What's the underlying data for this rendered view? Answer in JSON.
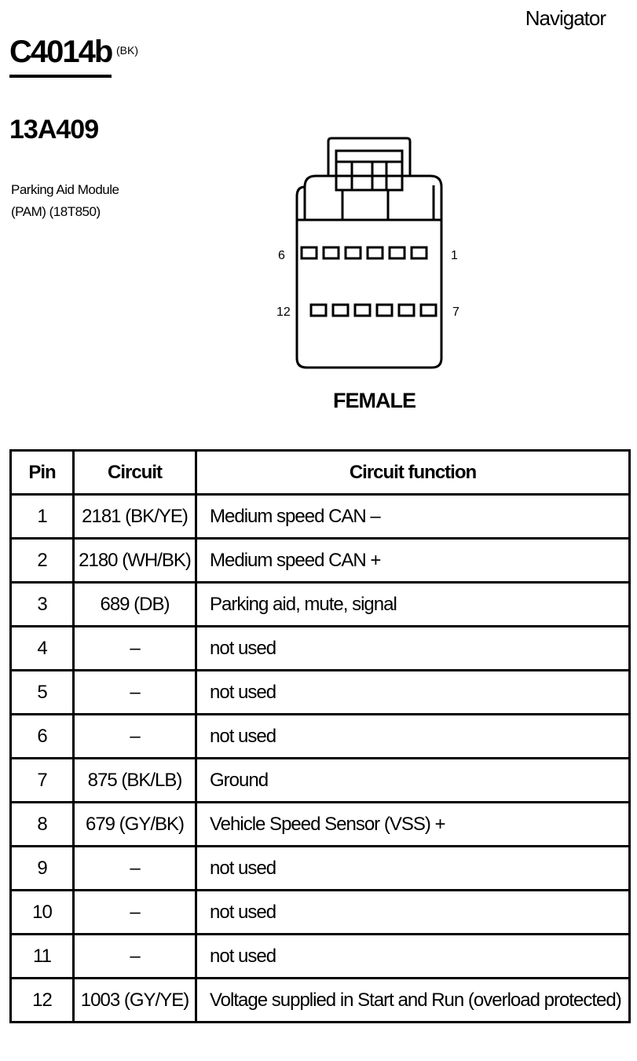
{
  "header": {
    "model": "Navigator",
    "connector_id": "C4014b",
    "color_code": "(BK)",
    "part_number": "13A409",
    "component_lines": [
      "Parking Aid Module",
      "(PAM) (18T850)"
    ]
  },
  "connector": {
    "pin_labels": {
      "top_left": "6",
      "top_right": "1",
      "bottom_left": "12",
      "bottom_right": "7"
    },
    "view_label": "FEMALE"
  },
  "table": {
    "headers": {
      "pin": "Pin",
      "circuit": "Circuit",
      "function": "Circuit function"
    },
    "rows": [
      {
        "pin": "1",
        "circuit": "2181 (BK/YE)",
        "function": "Medium speed CAN –"
      },
      {
        "pin": "2",
        "circuit": "2180 (WH/BK)",
        "function": "Medium speed CAN +"
      },
      {
        "pin": "3",
        "circuit": "689 (DB)",
        "function": "Parking aid, mute, signal"
      },
      {
        "pin": "4",
        "circuit": "–",
        "function": "not used"
      },
      {
        "pin": "5",
        "circuit": "–",
        "function": "not used"
      },
      {
        "pin": "6",
        "circuit": "–",
        "function": "not used"
      },
      {
        "pin": "7",
        "circuit": "875 (BK/LB)",
        "function": "Ground"
      },
      {
        "pin": "8",
        "circuit": "679 (GY/BK)",
        "function": "Vehicle Speed Sensor (VSS) +"
      },
      {
        "pin": "9",
        "circuit": "–",
        "function": "not used"
      },
      {
        "pin": "10",
        "circuit": "–",
        "function": "not used"
      },
      {
        "pin": "11",
        "circuit": "–",
        "function": "not used"
      },
      {
        "pin": "12",
        "circuit": "1003 (GY/YE)",
        "function": "Voltage supplied in Start and Run (overload protected)"
      }
    ]
  }
}
